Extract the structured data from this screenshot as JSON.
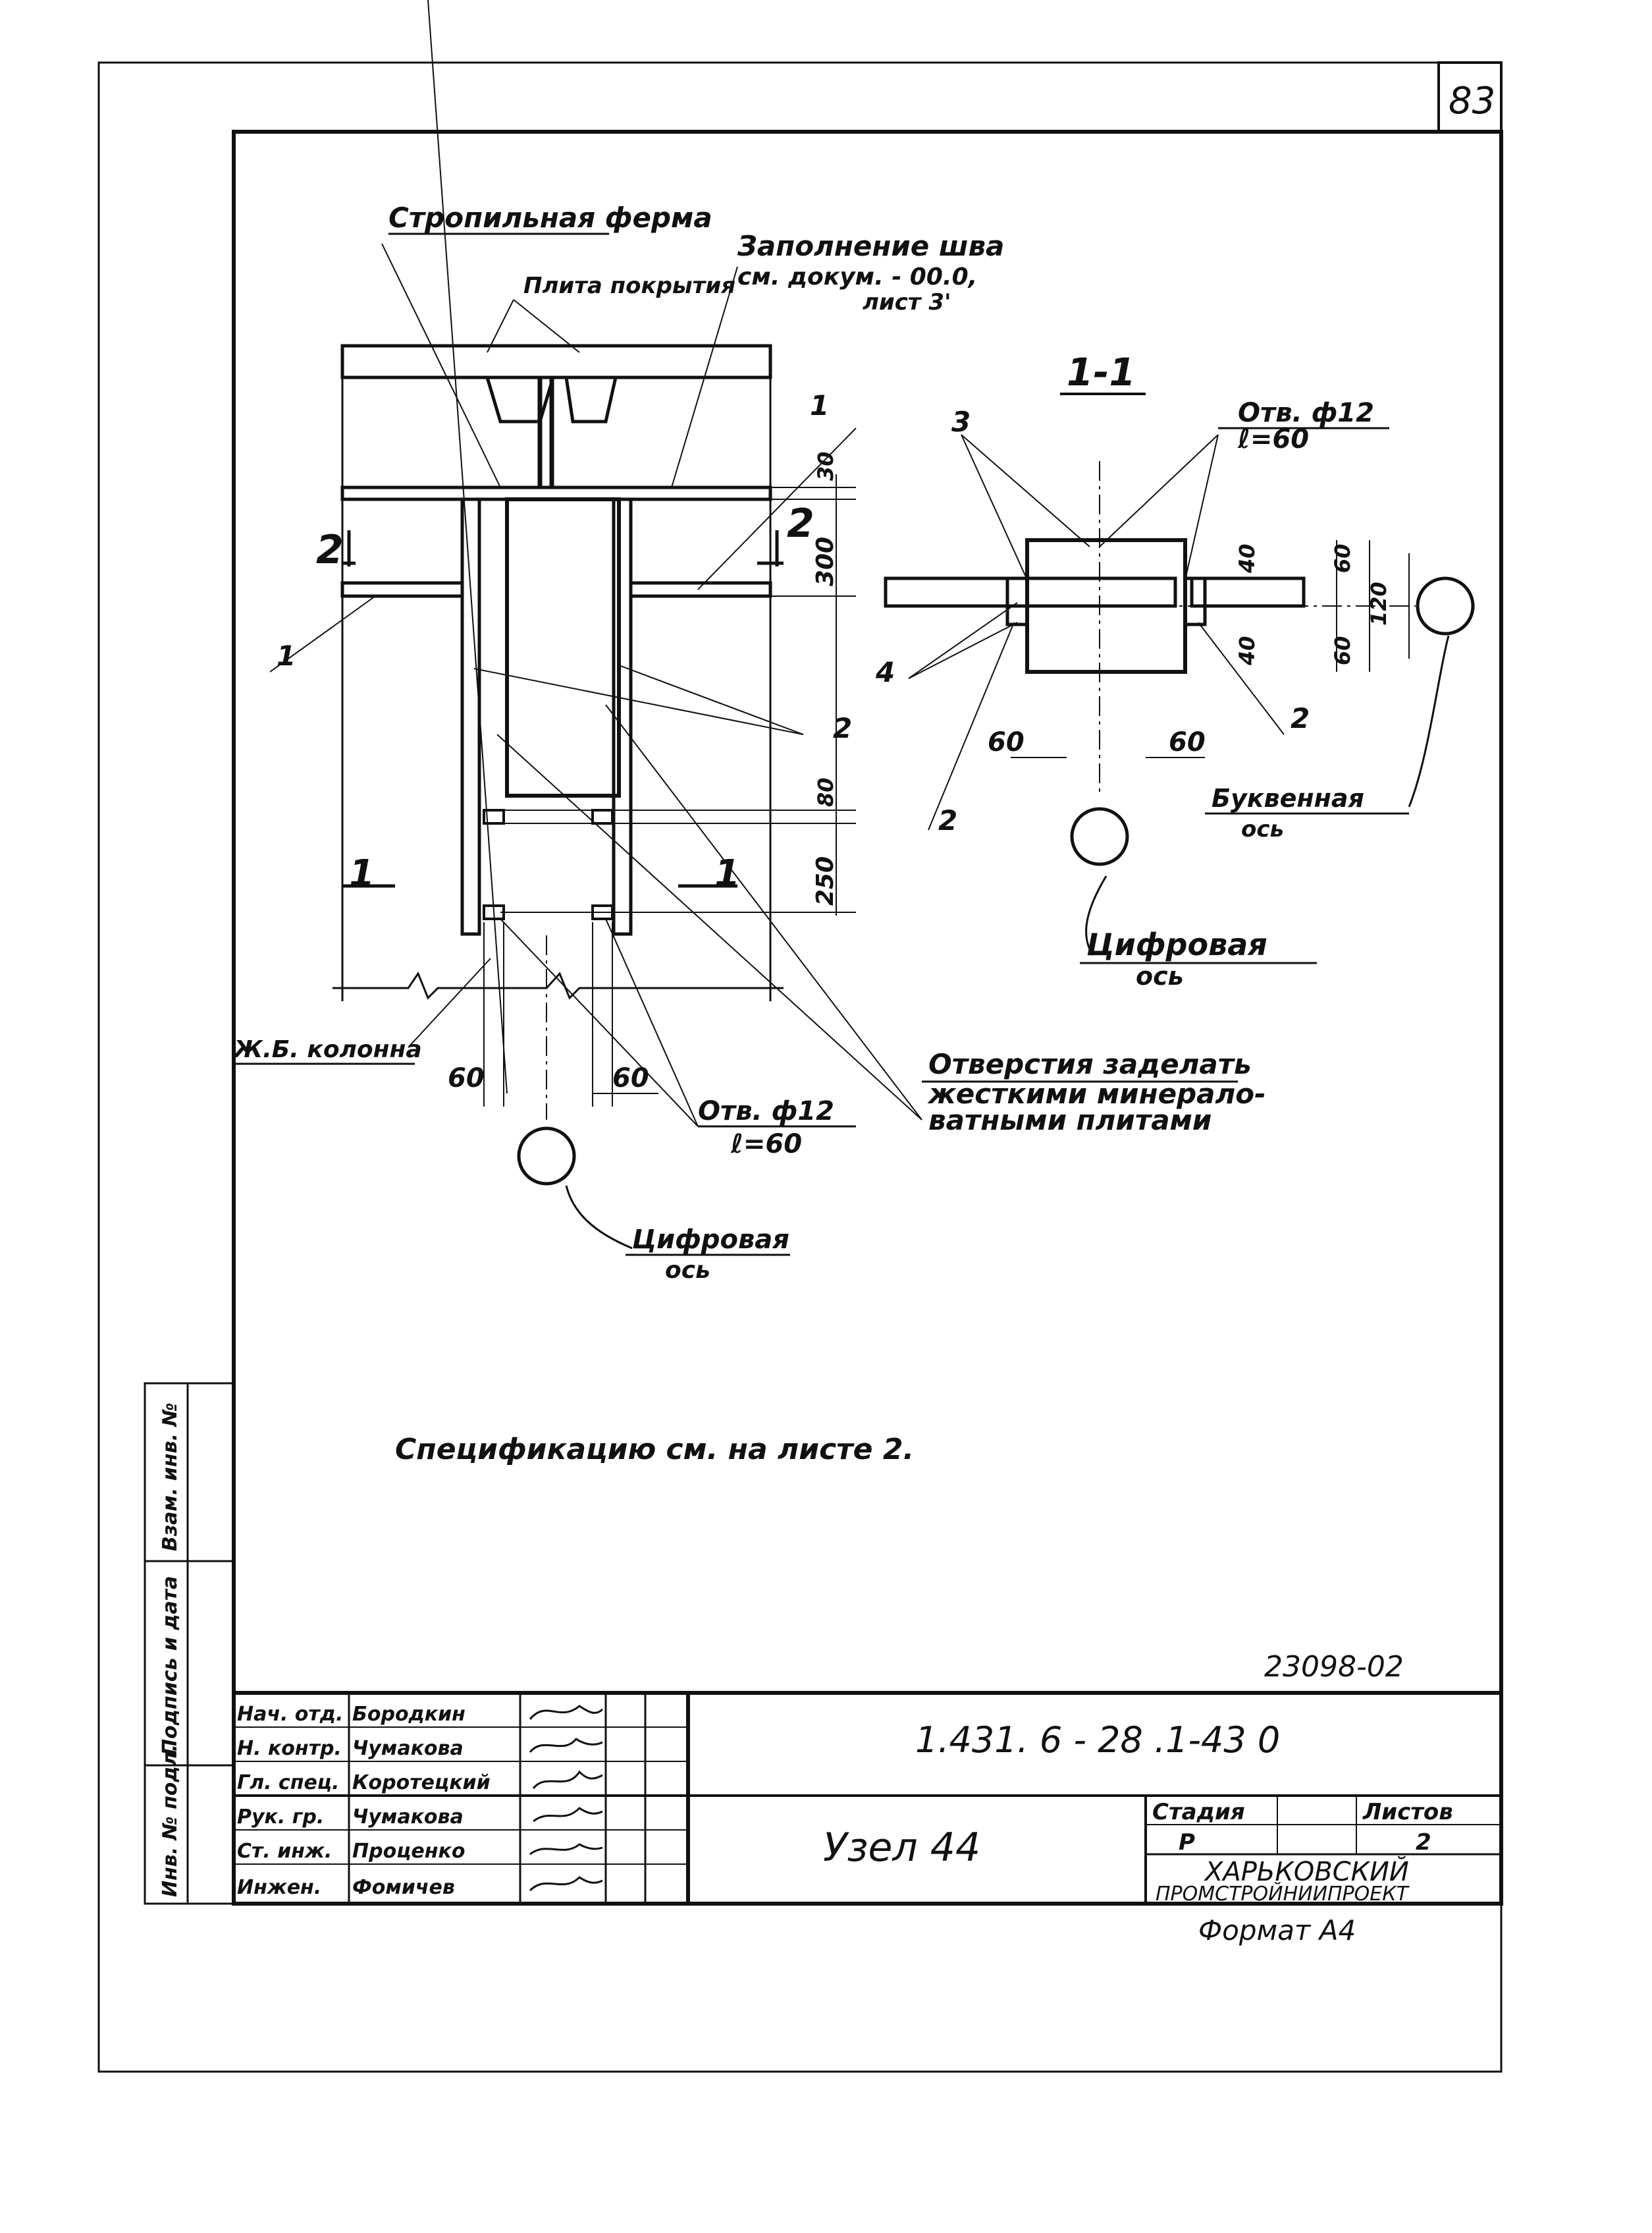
{
  "sheet_number": "83",
  "left_view": {
    "label_truss": "Стропильная ферма",
    "label_slab": "Плита покрытия",
    "label_seam_line1": "Заполнение шва",
    "label_seam_line2": "см. докум. - 00.0,",
    "label_seam_line3": "лист 3'",
    "callouts": [
      "1",
      "1",
      "2"
    ],
    "section_mark_2_left": "2",
    "section_mark_2_right": "2",
    "section_mark_1_left": "1",
    "section_mark_1_right": "1",
    "dim_30": "30",
    "dim_300": "300",
    "dim_80": "80",
    "dim_250": "250",
    "dim_60_left": "60",
    "dim_60_right": "60",
    "label_column": "Ж.Б. колонна",
    "label_holes_line1": "Отв. ф12",
    "label_holes_line2": "ℓ=60",
    "label_axis_line1": "Цифровая",
    "label_axis_line2": "ось"
  },
  "section": {
    "title": "1-1",
    "callout_3": "3",
    "callout_4": "4",
    "callout_2_left": "2",
    "callout_2_right": "2",
    "holes_line1": "Отв. ф12",
    "holes_line2": "ℓ=60",
    "dim_40_top": "40",
    "dim_40_bottom": "40",
    "dim_60_top": "60",
    "dim_60_bottom": "60",
    "dim_120": "120",
    "dim_60_left": "60",
    "dim_60_right": "60",
    "letter_axis_line1": "Буквенная",
    "letter_axis_line2": "ось",
    "digit_axis_line1": "Цифровая",
    "digit_axis_line2": "ось"
  },
  "note_holes_line1": "Отверстия заделать",
  "note_holes_line2": "жесткими минерало-",
  "note_holes_line3": "ватными плитами",
  "note_spec": "Спецификацию см. на листе 2.",
  "doc_number_small": "23098-02",
  "stamp": {
    "doc_code": "1.431. 6 - 28 .1-43 0",
    "title": "Узел 44",
    "roles": [
      "Нач. отд.",
      "Н. контр.",
      "Гл. спец.",
      "Рук. гр.",
      "Ст. инж.",
      "Инжен."
    ],
    "names": [
      "Бородкин",
      "Чумакова",
      "Коротецкий",
      "Чумакова",
      "Проценко",
      "Фомичев"
    ],
    "stage_label": "Стадия",
    "stage_value": "Р",
    "sheet_label": "Листов",
    "sheet_value": "2",
    "org_line1": "ХАРЬКОВСКИЙ",
    "org_line2": "ПРОМСТРОЙНИИПРОЕКТ",
    "format": "Формат А4"
  },
  "side_strip": [
    "Инв. № подл.",
    "Подпись и дата",
    "Взам. инв. №"
  ]
}
